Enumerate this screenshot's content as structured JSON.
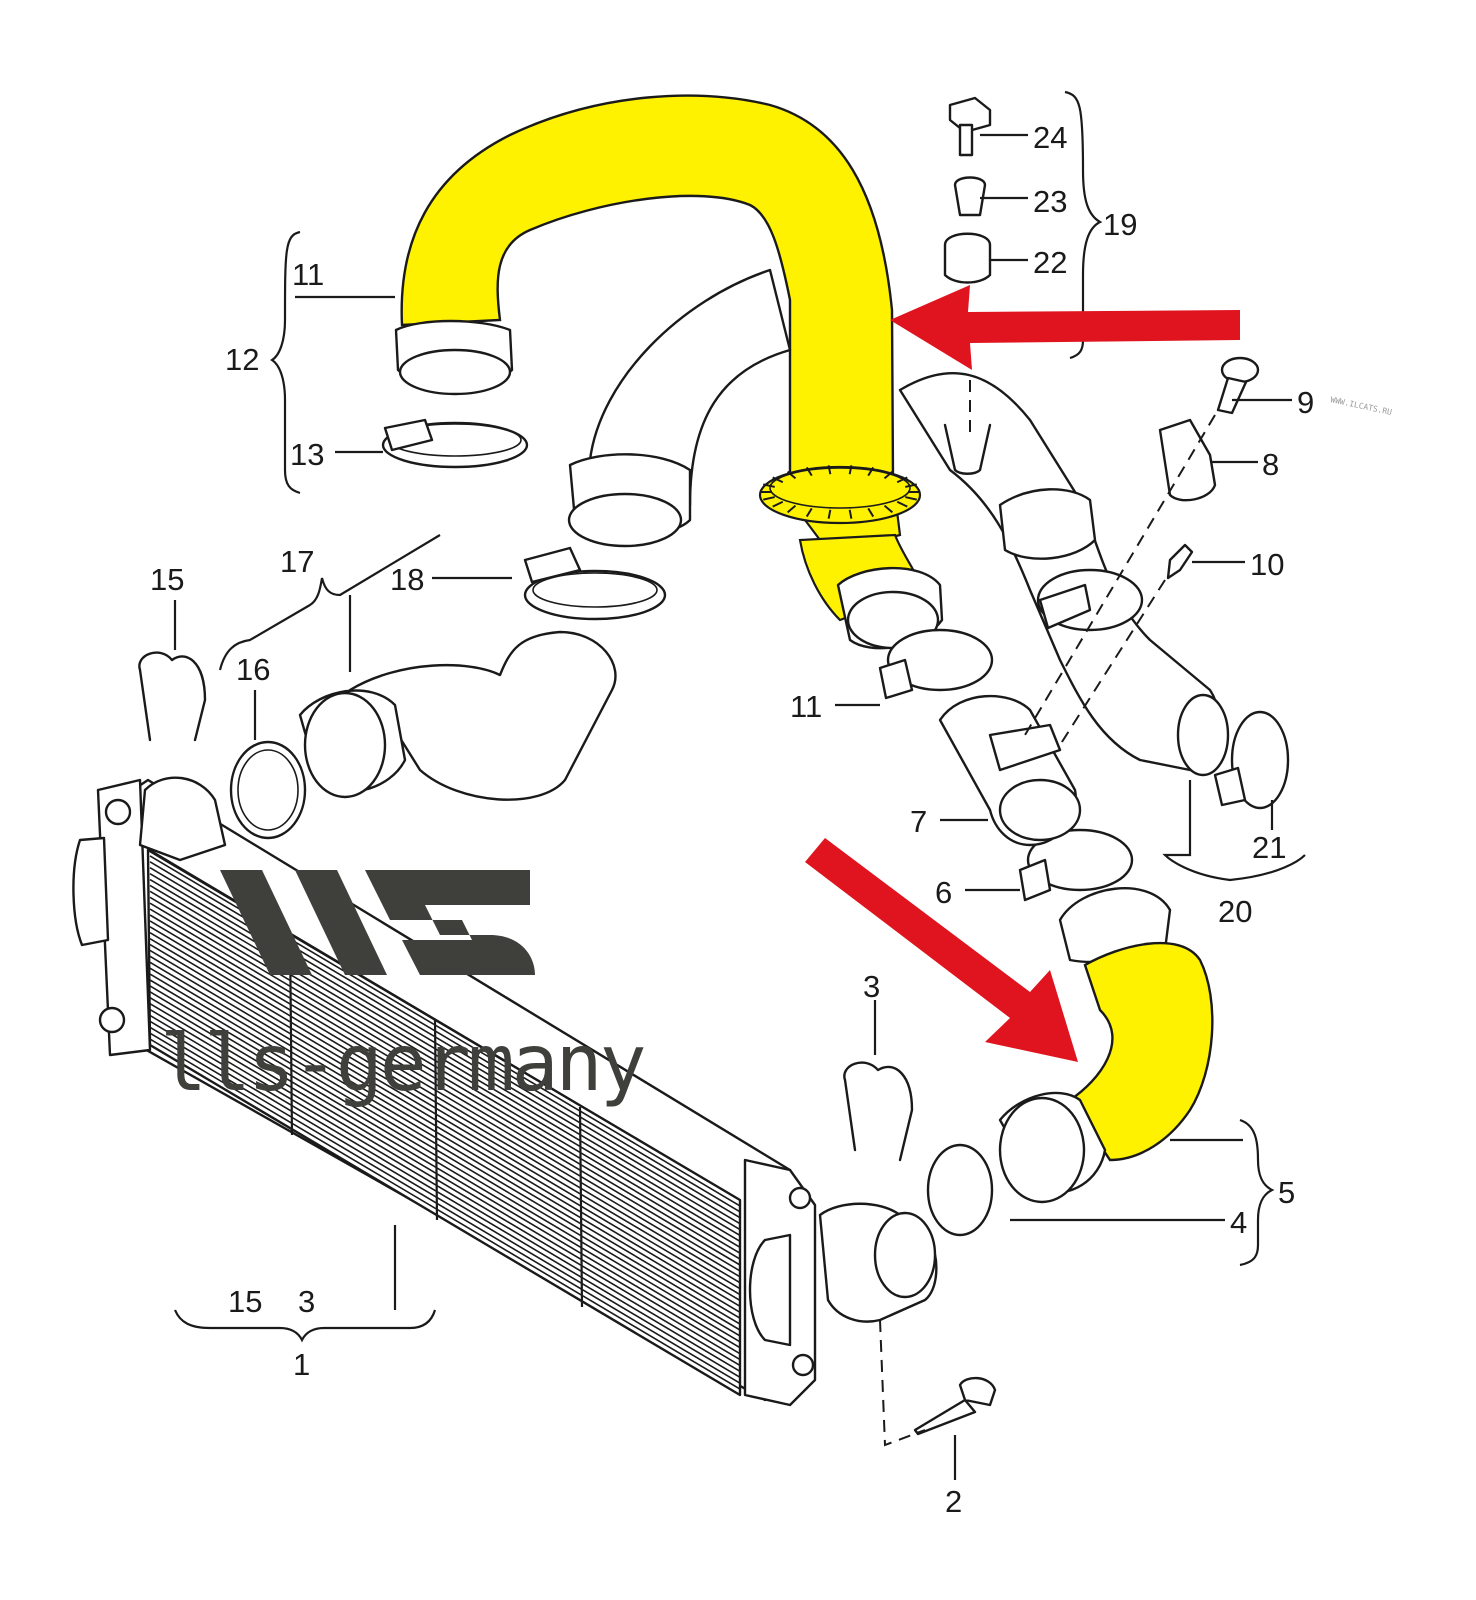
{
  "colors": {
    "highlight": "#fff200",
    "arrow": "#e0141e",
    "logo": "#3f3f3b",
    "ink": "#1a1a1a"
  },
  "brand": {
    "logo_mark": "LLS",
    "wordmark": "lls-germany"
  },
  "watermark": "WWW.ILCATS.RU",
  "callouts": [
    {
      "id": "c1",
      "text": "1"
    },
    {
      "id": "c2",
      "text": "2"
    },
    {
      "id": "c3a",
      "text": "3"
    },
    {
      "id": "c3b",
      "text": "3"
    },
    {
      "id": "c4",
      "text": "4"
    },
    {
      "id": "c5",
      "text": "5"
    },
    {
      "id": "c6",
      "text": "6"
    },
    {
      "id": "c7",
      "text": "7"
    },
    {
      "id": "c8",
      "text": "8"
    },
    {
      "id": "c9",
      "text": "9"
    },
    {
      "id": "c10",
      "text": "10"
    },
    {
      "id": "c11a",
      "text": "11"
    },
    {
      "id": "c11b",
      "text": "11"
    },
    {
      "id": "c12",
      "text": "12"
    },
    {
      "id": "c13",
      "text": "13"
    },
    {
      "id": "c15a",
      "text": "15"
    },
    {
      "id": "c15b",
      "text": "15"
    },
    {
      "id": "c16",
      "text": "16"
    },
    {
      "id": "c17",
      "text": "17"
    },
    {
      "id": "c18",
      "text": "18"
    },
    {
      "id": "c19",
      "text": "19"
    },
    {
      "id": "c20",
      "text": "20"
    },
    {
      "id": "c21",
      "text": "21"
    },
    {
      "id": "c22",
      "text": "22"
    },
    {
      "id": "c23",
      "text": "23"
    },
    {
      "id": "c24",
      "text": "24"
    }
  ]
}
